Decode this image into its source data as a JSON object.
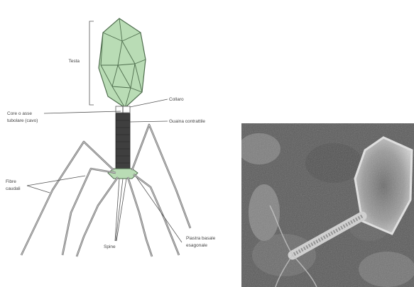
{
  "diagram": {
    "labels": {
      "head": "Testa",
      "collar": "Collaro",
      "core": "Core o asse",
      "core_sub": "tubolare (cavo)",
      "sheath": "Guaina contrattile",
      "fibers": "Fibre",
      "fibers_sub": "caudali",
      "spine": "Spine",
      "baseplate": "Piastra basale",
      "baseplate_sub": "esagonale"
    },
    "colors": {
      "head_fill": "#b9dcb5",
      "head_stroke": "#4f6e4e",
      "sheath_fill": "#3f3f3f",
      "baseplate_fill": "#b9dcb5",
      "micrograph_bg": "#5a5a5a"
    }
  },
  "micrograph": {
    "description_icon": "electron-micrograph-image"
  }
}
